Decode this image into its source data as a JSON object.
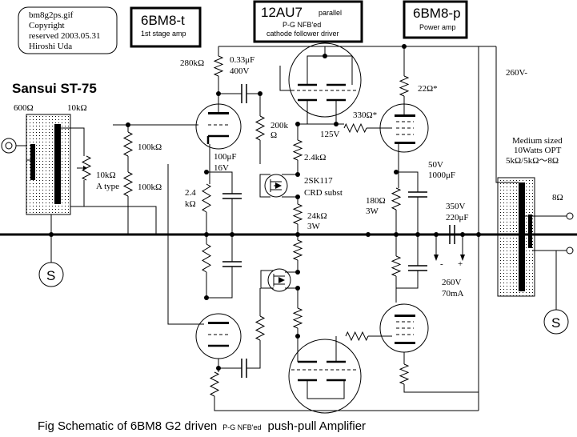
{
  "note": {
    "lines": [
      "bm8g2ps.gif",
      "Copyright",
      "reserved 2003.05.31",
      "Hiroshi Uda"
    ]
  },
  "stages": {
    "first": {
      "title": "6BM8-t",
      "subtitle": "1st stage amp"
    },
    "driver": {
      "title": "12AU7",
      "title_suffix": "parallel",
      "line2": "P-G NFB'ed",
      "line3": "cathode follower driver"
    },
    "power": {
      "title": "6BM8-p",
      "subtitle": "Power amp"
    }
  },
  "input_transformer": {
    "name": "Sansui ST-75",
    "primary": "600Ω",
    "secondary": "10kΩ"
  },
  "output_transformer": {
    "line1": "Medium sized",
    "line2": "10Watts OPT",
    "line3": "5kΩ/5kΩ〜8Ω",
    "secondary": "8Ω"
  },
  "labels": {
    "r280k": "280kΩ",
    "c033": "0.33μF",
    "c033v": "400V",
    "r200k": "200k",
    "r200k_unit": "Ω",
    "v125": "125V",
    "r330": "330Ω*",
    "r22": "22Ω*",
    "b_plus": "260V-",
    "r100k_a": "100kΩ",
    "r100k_b": "100kΩ",
    "pot": "10kΩ",
    "pot_type": "A type",
    "c100u": "100μF",
    "c100u_v": "16V",
    "r2_4": "2.4",
    "r2_4_unit": "kΩ",
    "r2_4k": "2.4kΩ",
    "fet": "2SK117",
    "fet_note": "CRD subst",
    "r24k": "24kΩ",
    "r24k_w": "3W",
    "c1000_v": "50V",
    "c1000": "1000μF",
    "r180": "180Ω",
    "r180_w": "3W",
    "c220_v": "350V",
    "c220": "220μF",
    "minus": "-",
    "plus": "+",
    "supply_v": "260V",
    "supply_i": "70mA",
    "shield": "S"
  },
  "caption": {
    "part1": "Fig   Schematic of  6BM8  G2 driven",
    "part2": "P-G NFB'ed",
    "part3": "push-pull Amplifier"
  }
}
